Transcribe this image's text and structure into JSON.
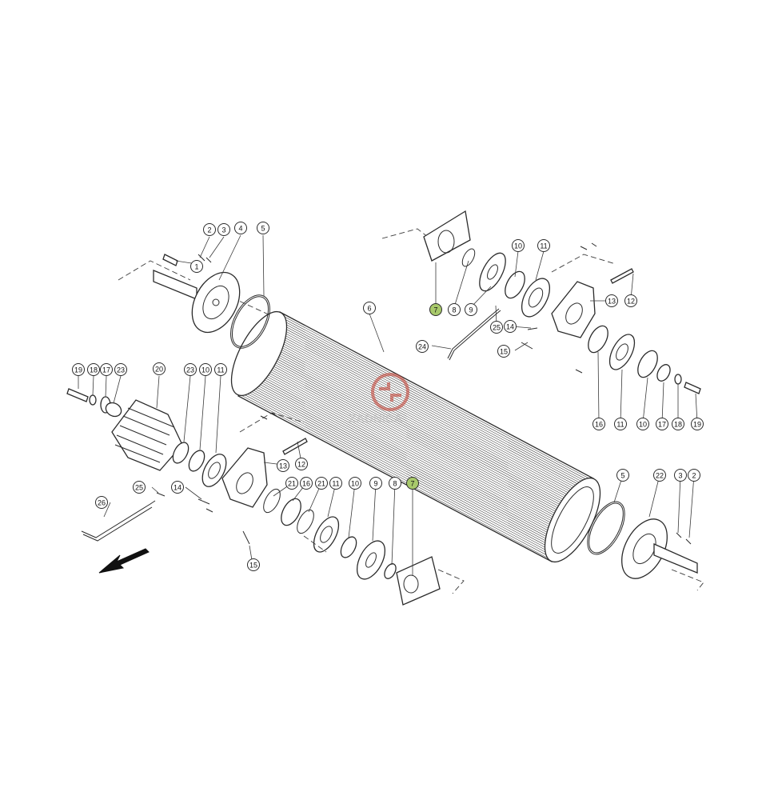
{
  "diagram": {
    "watermark": {
      "text": "ZADNICA",
      "color": "#c0392b"
    },
    "highlight_color": "#a8c96b",
    "callouts": [
      {
        "id": "c-2a",
        "label": "2",
        "highlight": false
      },
      {
        "id": "c-3a",
        "label": "3",
        "highlight": false
      },
      {
        "id": "c-4",
        "label": "4",
        "highlight": false
      },
      {
        "id": "c-5a",
        "label": "5",
        "highlight": false
      },
      {
        "id": "c-1",
        "label": "1",
        "highlight": false
      },
      {
        "id": "c-6",
        "label": "6",
        "highlight": false
      },
      {
        "id": "c-7a",
        "label": "7",
        "highlight": true
      },
      {
        "id": "c-8a",
        "label": "8",
        "highlight": false
      },
      {
        "id": "c-9a",
        "label": "9",
        "highlight": false
      },
      {
        "id": "c-10a",
        "label": "10",
        "highlight": false
      },
      {
        "id": "c-11a",
        "label": "11",
        "highlight": false
      },
      {
        "id": "c-13a",
        "label": "13",
        "highlight": false
      },
      {
        "id": "c-12a",
        "label": "12",
        "highlight": false
      },
      {
        "id": "c-25a",
        "label": "25",
        "highlight": false
      },
      {
        "id": "c-14a",
        "label": "14",
        "highlight": false
      },
      {
        "id": "c-15a",
        "label": "15",
        "highlight": false
      },
      {
        "id": "c-24",
        "label": "24",
        "highlight": false
      },
      {
        "id": "c-16a",
        "label": "16",
        "highlight": false
      },
      {
        "id": "c-11b",
        "label": "11",
        "highlight": false
      },
      {
        "id": "c-10b",
        "label": "10",
        "highlight": false
      },
      {
        "id": "c-17a",
        "label": "17",
        "highlight": false
      },
      {
        "id": "c-18a",
        "label": "18",
        "highlight": false
      },
      {
        "id": "c-19a",
        "label": "19",
        "highlight": false
      },
      {
        "id": "c-19b",
        "label": "19",
        "highlight": false
      },
      {
        "id": "c-18b",
        "label": "18",
        "highlight": false
      },
      {
        "id": "c-17b",
        "label": "17",
        "highlight": false
      },
      {
        "id": "c-23a",
        "label": "23",
        "highlight": false
      },
      {
        "id": "c-20",
        "label": "20",
        "highlight": false
      },
      {
        "id": "c-23b",
        "label": "23",
        "highlight": false
      },
      {
        "id": "c-10c",
        "label": "10",
        "highlight": false
      },
      {
        "id": "c-11c",
        "label": "11",
        "highlight": false
      },
      {
        "id": "c-13b",
        "label": "13",
        "highlight": false
      },
      {
        "id": "c-12b",
        "label": "12",
        "highlight": false
      },
      {
        "id": "c-25b",
        "label": "25",
        "highlight": false
      },
      {
        "id": "c-14b",
        "label": "14",
        "highlight": false
      },
      {
        "id": "c-26",
        "label": "26",
        "highlight": false
      },
      {
        "id": "c-15b",
        "label": "15",
        "highlight": false
      },
      {
        "id": "c-21a",
        "label": "21",
        "highlight": false
      },
      {
        "id": "c-16b",
        "label": "16",
        "highlight": false
      },
      {
        "id": "c-21b",
        "label": "21",
        "highlight": false
      },
      {
        "id": "c-11d",
        "label": "11",
        "highlight": false
      },
      {
        "id": "c-10d",
        "label": "10",
        "highlight": false
      },
      {
        "id": "c-9b",
        "label": "9",
        "highlight": false
      },
      {
        "id": "c-8b",
        "label": "8",
        "highlight": false
      },
      {
        "id": "c-7b",
        "label": "7",
        "highlight": true
      },
      {
        "id": "c-5b",
        "label": "5",
        "highlight": false
      },
      {
        "id": "c-22",
        "label": "22",
        "highlight": false
      },
      {
        "id": "c-3b",
        "label": "3",
        "highlight": false
      },
      {
        "id": "c-2b",
        "label": "2",
        "highlight": false
      }
    ]
  }
}
